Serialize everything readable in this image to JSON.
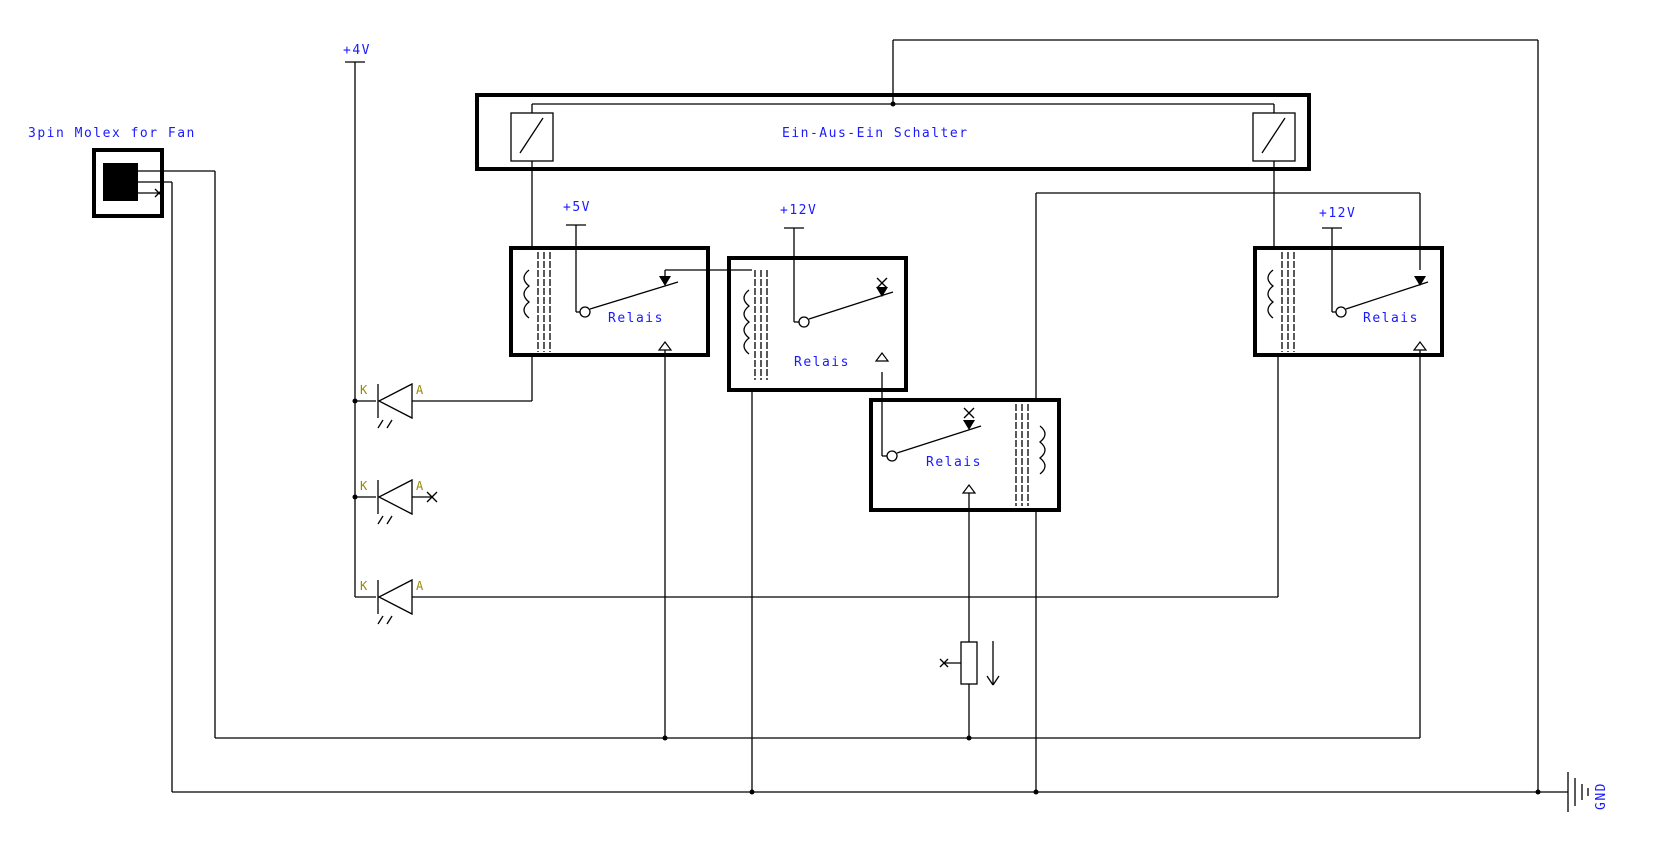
{
  "labels": {
    "molex": "3pin Molex for Fan",
    "supply_4v": "+4V",
    "supply_5v": "+5V",
    "supply_12v_a": "+12V",
    "supply_12v_b": "+12V",
    "switch": "Ein-Aus-Ein Schalter",
    "relay1": "Relais",
    "relay2": "Relais",
    "relay3": "Relais",
    "relay4": "Relais",
    "gnd": "GND",
    "led1_k": "K",
    "led1_a": "A",
    "led2_k": "K",
    "led2_a": "A",
    "led3_k": "K",
    "led3_a": "A"
  },
  "colors": {
    "wire": "#000000",
    "label": "#1a1aff",
    "pin_label": "#9a8a00",
    "background": "#ffffff"
  }
}
